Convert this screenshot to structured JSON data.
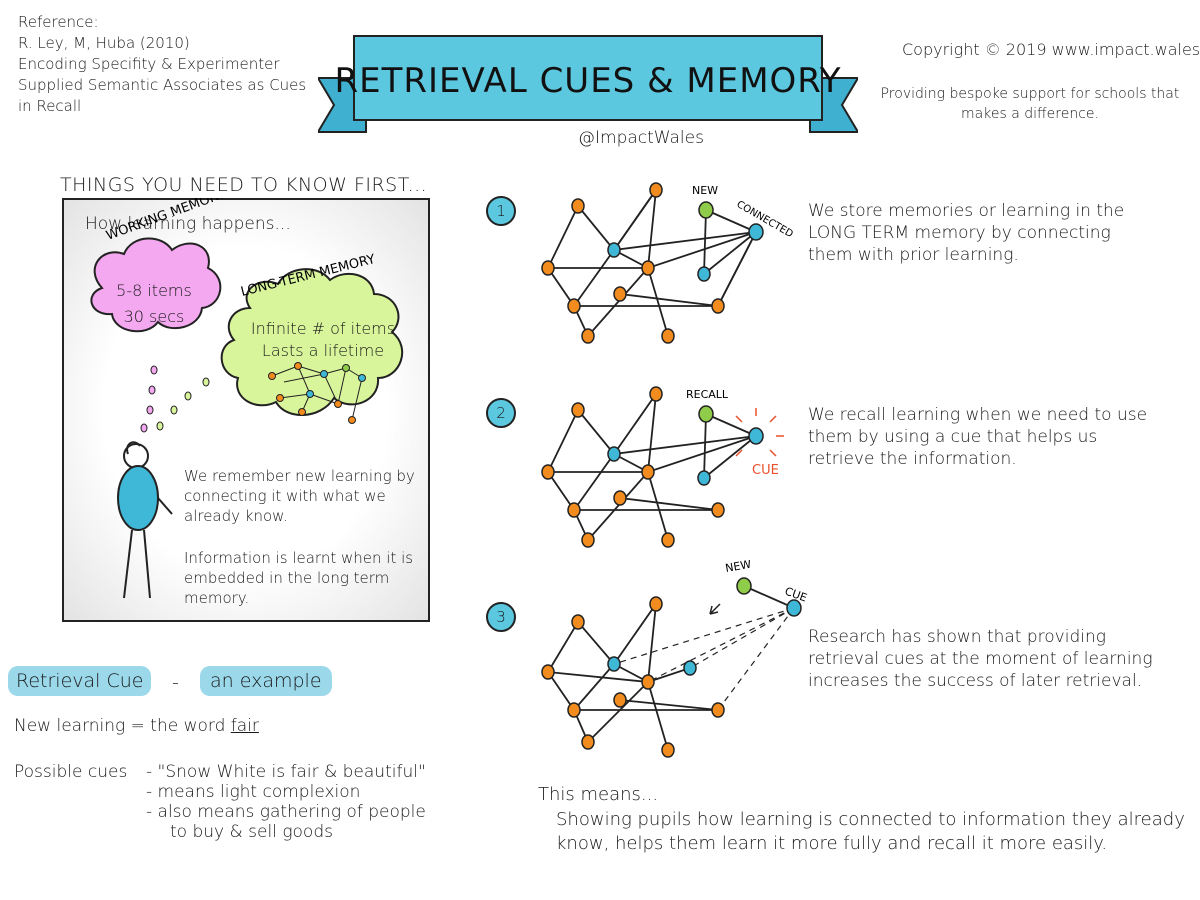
{
  "reference": {
    "lines": [
      "Reference:",
      "R. Ley, M, Huba (2010)",
      "Encoding Specifity & Experimenter",
      "Supplied Semantic Associates as Cues",
      "in Recall"
    ]
  },
  "title": "RETRIEVAL CUES & MEMORY",
  "handle": "@ImpactWales",
  "copyright": "Copyright © 2019 www.impact.wales",
  "tagline": "Providing bespoke support for schools that makes a difference.",
  "things_heading": "THINGS YOU NEED TO KNOW FIRST...",
  "panel": {
    "how": "How learning happens...",
    "working_memory": {
      "label": "WORKING MEMORY",
      "items": "5-8 items",
      "time": "30 secs"
    },
    "long_term_memory": {
      "label": "LONG-TERM MEMORY",
      "line1": "Infinite # of items",
      "line2": "Lasts a lifetime"
    },
    "note1": "We remember new learning by connecting it with what we already know.",
    "note2": "Information is learnt when it is embedded in the long term memory."
  },
  "steps": [
    {
      "number": "1",
      "labels": [
        "NEW",
        "CONNECTED"
      ],
      "text": "We store memories or learning in the LONG TERM memory by connecting them with prior learning."
    },
    {
      "number": "2",
      "labels": [
        "RECALL",
        "CUE"
      ],
      "text": "We recall learning when we need to use them by using a cue that helps us retrieve the information."
    },
    {
      "number": "3",
      "labels": [
        "NEW",
        "CUE"
      ],
      "text": "Research has shown that providing retrieval cues at the moment of learning increases the success of later retrieval."
    }
  ],
  "example": {
    "label": "Retrieval Cue",
    "separator": "-",
    "subtitle": "an example",
    "new_learning_prefix": "New learning = the word",
    "new_learning_word": "fair",
    "cues_label": "Possible cues",
    "cues": [
      "- \"Snow White is fair & beautiful\"",
      "- means light complexion",
      "- also means gathering of people",
      "to buy & sell goods"
    ]
  },
  "conclusion": {
    "lead": "This means...",
    "text": "Showing pupils how learning is connected to information they already know, helps them learn it more fully and recall it more easily."
  },
  "colors": {
    "banner": "#5cc8e0",
    "node_orange": "#f28c1e",
    "node_blue": "#3fb8d8",
    "node_green": "#8fcc4a",
    "wm_cloud": "#f3a8f0",
    "ltm_cloud": "#d9f59b",
    "cue_red": "#e8502a",
    "highlight": "#9ad8ea"
  }
}
